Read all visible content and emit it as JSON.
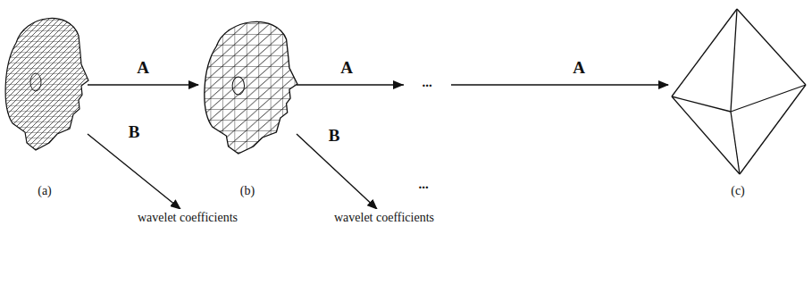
{
  "diagram": {
    "nodes": [
      {
        "text": [
          "(a)"
        ]
      },
      {
        "text": [
          "wavelet coefficients"
        ]
      },
      {
        "text": [
          "(b)"
        ]
      },
      {
        "text": [
          "wavelet coefficients"
        ]
      },
      {
        "text": [
          "(c)"
        ]
      }
    ],
    "edges": [
      {
        "from": 0,
        "to": 2,
        "label": "A",
        "arrow": "to"
      },
      {
        "from": 0,
        "to": 1,
        "label": "B",
        "arrow": "to"
      },
      {
        "from": 2,
        "to": 3,
        "label": "B",
        "arrow": "to"
      },
      {
        "from": 2,
        "to": 4,
        "label": "A",
        "arrow": "to"
      }
    ],
    "labels": [
      "A",
      "...",
      "..."
    ]
  }
}
